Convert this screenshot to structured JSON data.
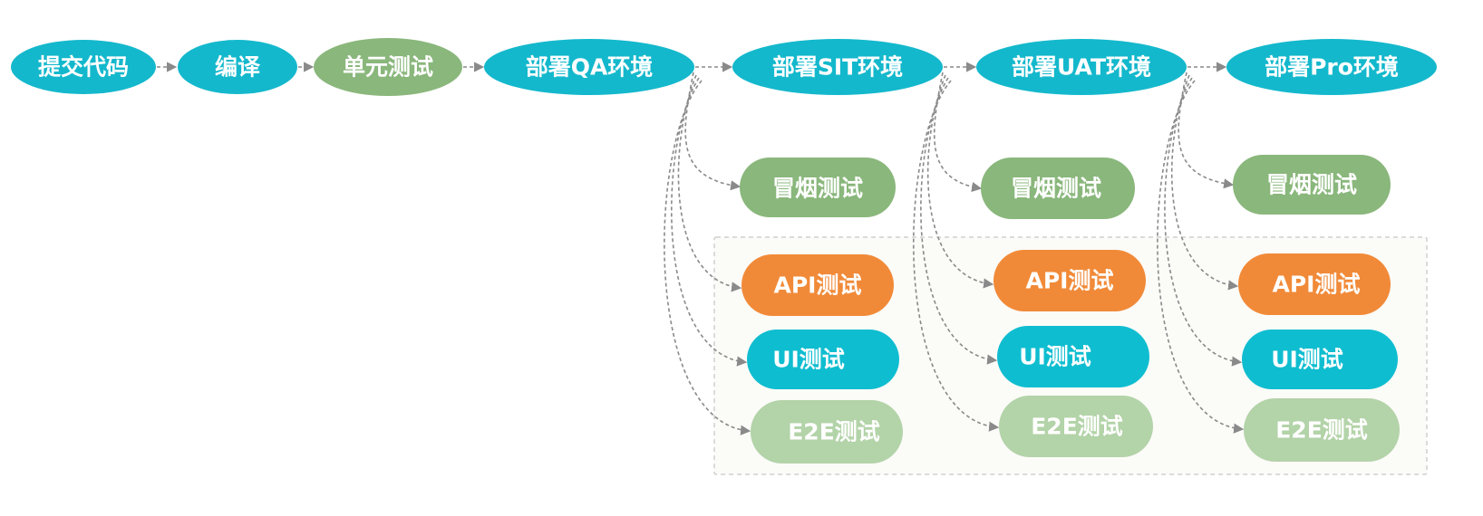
{
  "colors": {
    "teal": "#14b8cc",
    "green": "#8ab77c",
    "orange": "#f18a38",
    "cyan": "#0fbdd0",
    "light_green": "#b3d3a8",
    "edge": "#8a8a8a"
  },
  "pipeline": [
    {
      "id": "commit",
      "label": "提交代码",
      "color": "teal"
    },
    {
      "id": "build",
      "label": "编译",
      "color": "teal"
    },
    {
      "id": "unit-test",
      "label": "单元测试",
      "color": "green"
    },
    {
      "id": "deploy-qa",
      "label": "部署QA环境",
      "color": "teal"
    },
    {
      "id": "deploy-sit",
      "label": "部署SIT环境",
      "color": "teal"
    },
    {
      "id": "deploy-uat",
      "label": "部署UAT环境",
      "color": "teal"
    },
    {
      "id": "deploy-pro",
      "label": "部署Pro环境",
      "color": "teal"
    }
  ],
  "test_columns": [
    {
      "source": "deploy-qa",
      "tests": [
        {
          "id": "qa-smoke",
          "label": "冒烟测试",
          "color": "green"
        },
        {
          "id": "qa-api",
          "label": "API测试",
          "color": "orange"
        },
        {
          "id": "qa-ui",
          "label": "UI测试",
          "color": "cyan"
        },
        {
          "id": "qa-e2e",
          "label": "E2E测试",
          "color": "light_green"
        }
      ]
    },
    {
      "source": "deploy-sit",
      "tests": [
        {
          "id": "sit-smoke",
          "label": "冒烟测试",
          "color": "green"
        },
        {
          "id": "sit-api",
          "label": "API测试",
          "color": "orange"
        },
        {
          "id": "sit-ui",
          "label": "UI测试",
          "color": "cyan"
        },
        {
          "id": "sit-e2e",
          "label": "E2E测试",
          "color": "light_green"
        }
      ]
    },
    {
      "source": "deploy-uat",
      "tests": [
        {
          "id": "uat-smoke",
          "label": "冒烟测试",
          "color": "green"
        },
        {
          "id": "uat-api",
          "label": "API测试",
          "color": "orange"
        },
        {
          "id": "uat-ui",
          "label": "UI测试",
          "color": "cyan"
        },
        {
          "id": "uat-e2e",
          "label": "E2E测试",
          "color": "light_green"
        }
      ]
    }
  ]
}
